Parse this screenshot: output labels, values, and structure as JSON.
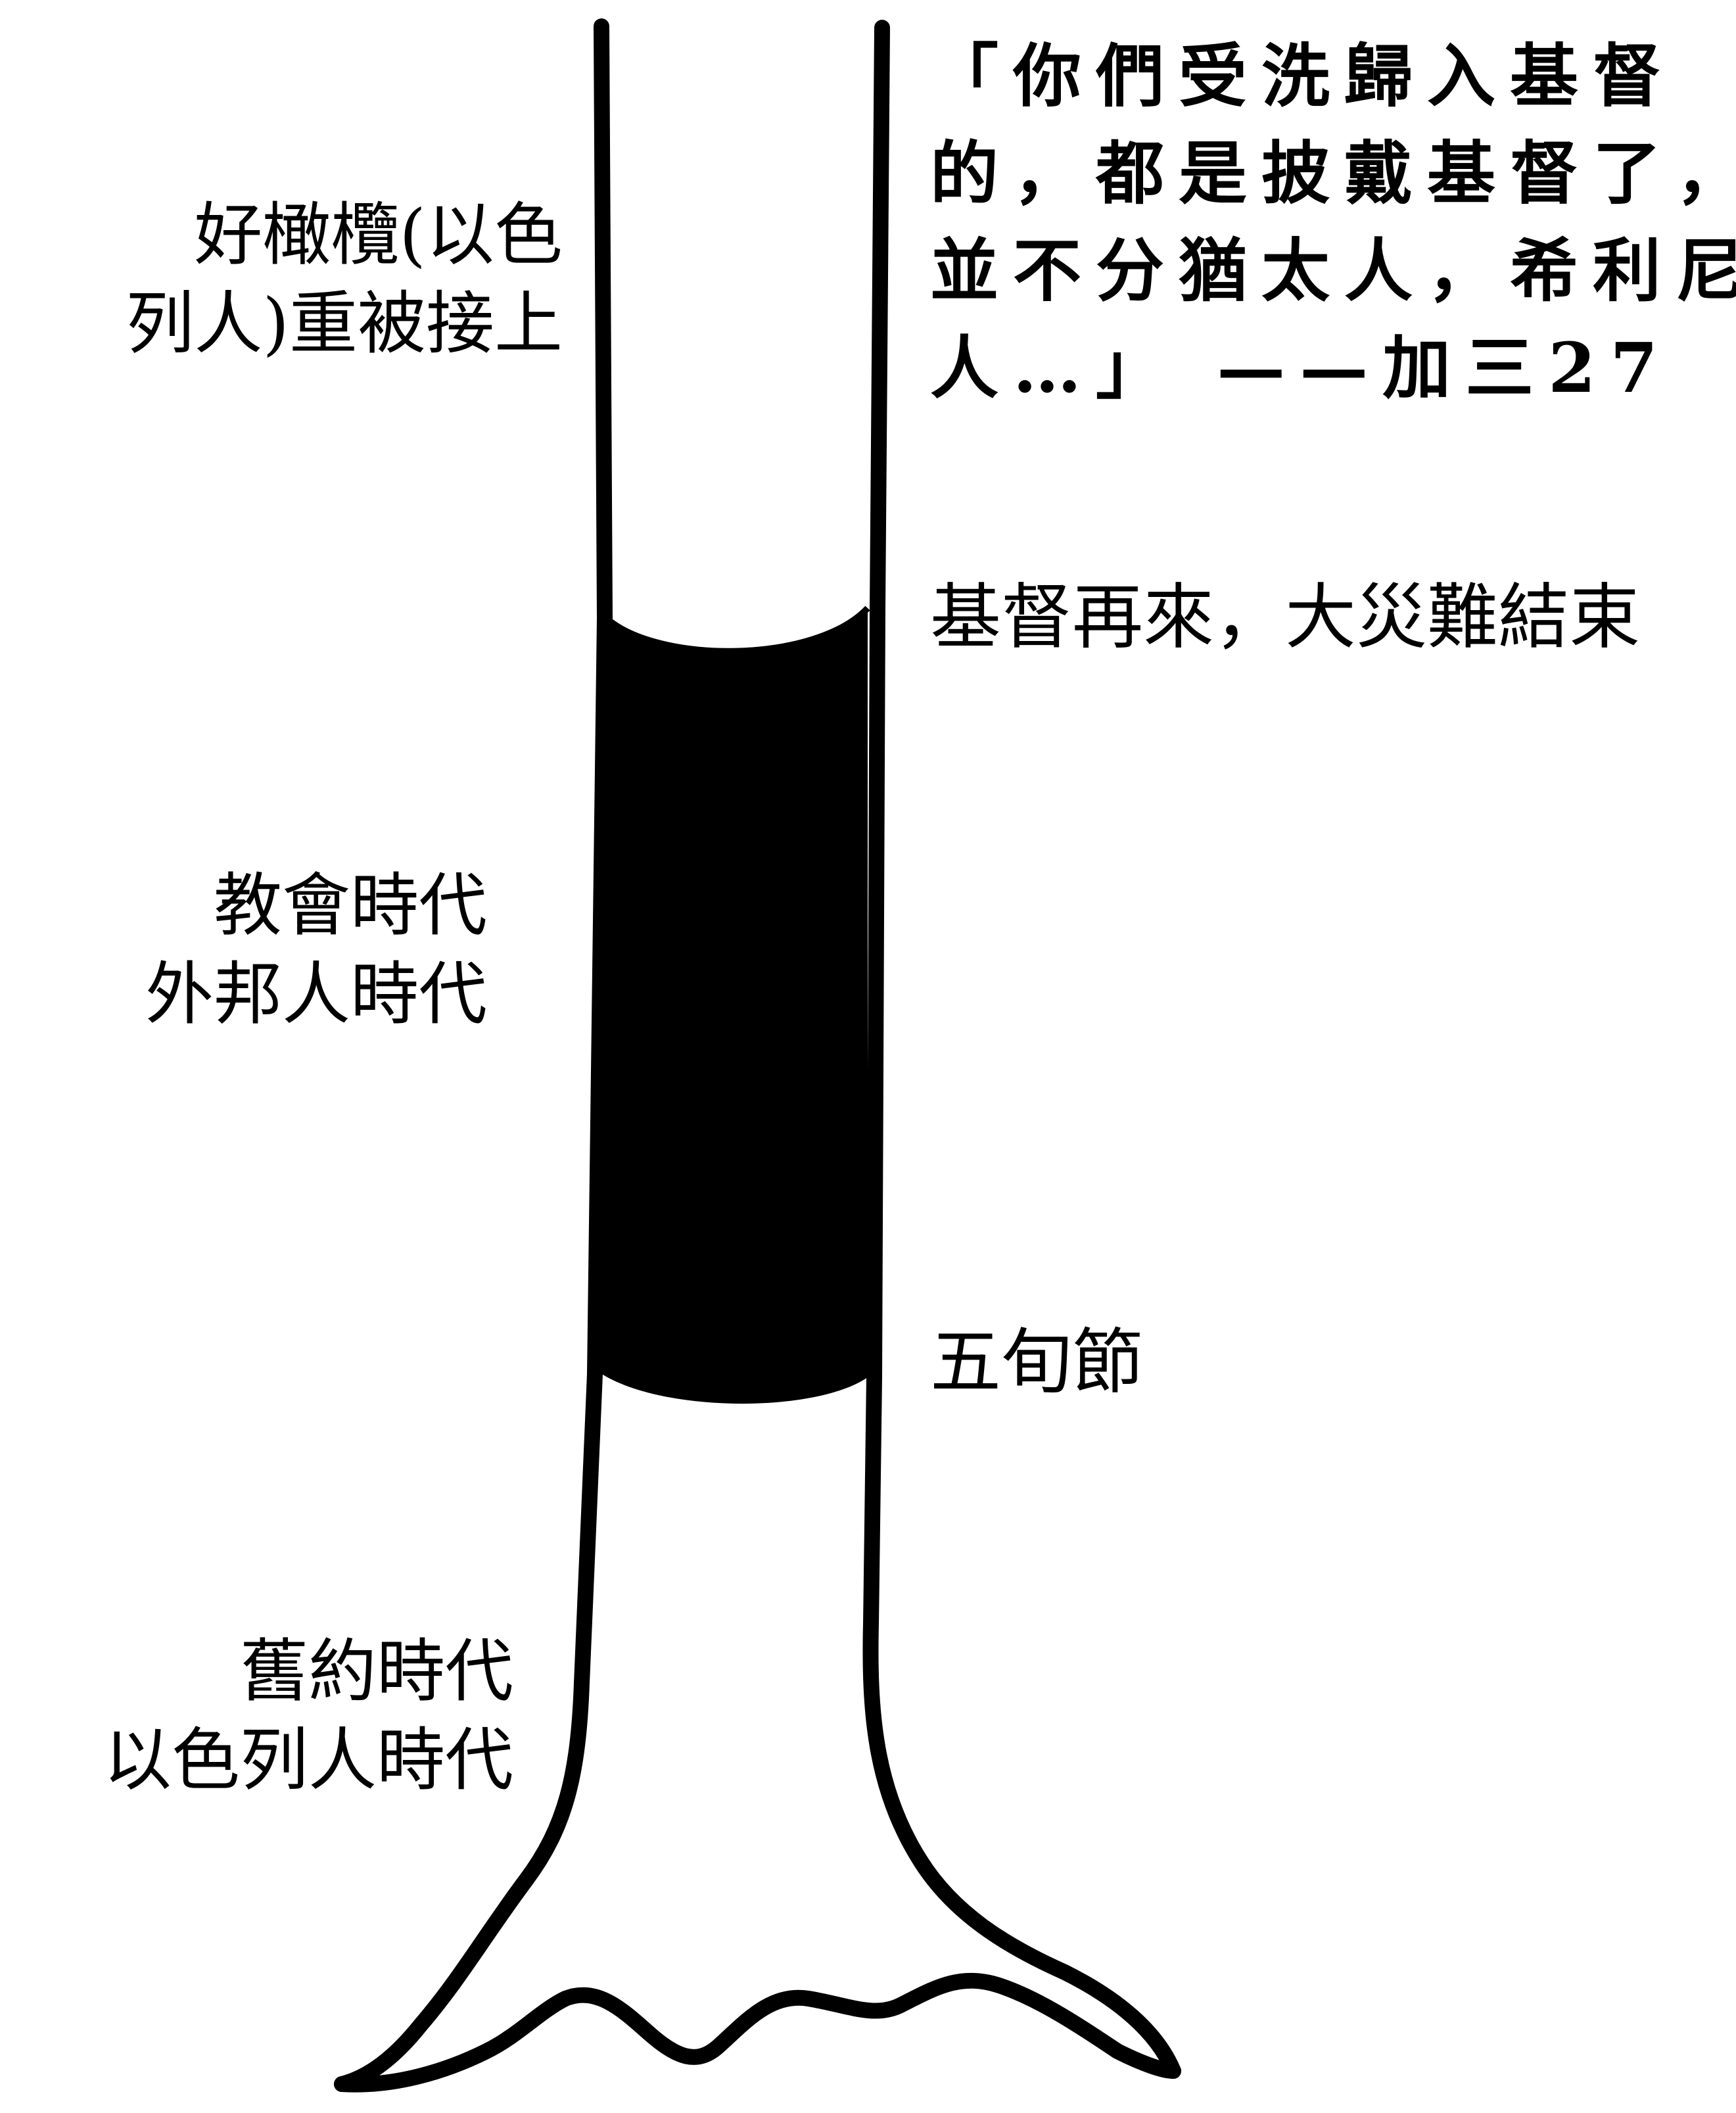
{
  "left_labels": {
    "grafted_olive": {
      "lines": [
        "好橄欖(以色",
        "列人)重被接上"
      ]
    },
    "church_age": {
      "lines": [
        "教會時代",
        "外邦人時代"
      ]
    },
    "old_testament_age": {
      "lines": [
        "舊約時代",
        "以色列人時代"
      ]
    }
  },
  "right_labels": {
    "quote": {
      "lines": [
        "「你們受洗歸入基督",
        "的，都是披戴基督了，",
        "並不分猶太人，希利尼",
        "人…」 ——加三27"
      ]
    },
    "christ_return": "基督再來，大災難結束",
    "pentecost": "五旬節"
  },
  "colors": {
    "ink": "#000000",
    "paper": "#ffffff"
  }
}
